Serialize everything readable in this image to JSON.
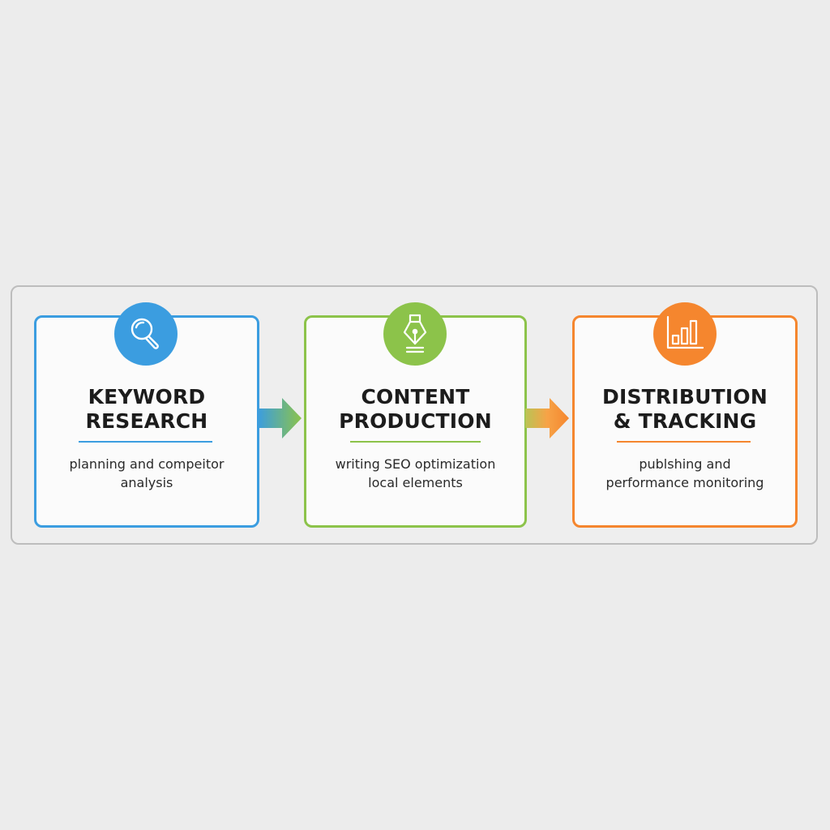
{
  "diagram": {
    "type": "process-flow",
    "colors": {
      "step1": "#3b9de0",
      "step2": "#8cc34a",
      "step3": "#f5862e",
      "background": "#ececec",
      "frame_border": "#bdbdbd"
    },
    "steps": [
      {
        "icon": "magnifier-icon",
        "title_line1": "KEYWORD",
        "title_line2": "RESEARCH",
        "desc_line1": "planning and compeitor",
        "desc_line2": "analysis"
      },
      {
        "icon": "fountain-pen-icon",
        "title_line1": "CONTENT",
        "title_line2": "PRODUCTION",
        "desc_line1": "writing SEO optimization",
        "desc_line2": "local elements"
      },
      {
        "icon": "bar-chart-icon",
        "title_line1": "DISTRIBUTION",
        "title_line2": "& TRACKING",
        "desc_line1": "publshing and",
        "desc_line2": "performance monitoring"
      }
    ],
    "connectors": [
      {
        "from": 0,
        "to": 1,
        "icon": "arrow-right-icon"
      },
      {
        "from": 1,
        "to": 2,
        "icon": "arrow-right-icon"
      }
    ]
  }
}
